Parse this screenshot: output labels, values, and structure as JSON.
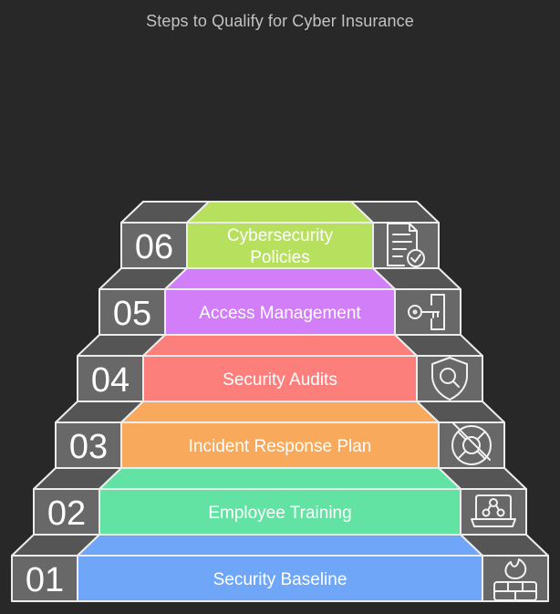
{
  "title": "Steps to Qualify for Cyber Insurance",
  "steps": [
    {
      "number": "01",
      "label": [
        "Security Baseline"
      ],
      "color": "#6fa6f7",
      "icon": "firewall-icon"
    },
    {
      "number": "02",
      "label": [
        "Employee Training"
      ],
      "color": "#62e3a4",
      "icon": "training-laptop-icon"
    },
    {
      "number": "03",
      "label": [
        "Incident Response Plan"
      ],
      "color": "#f8a95c",
      "icon": "lifebuoy-icon"
    },
    {
      "number": "04",
      "label": [
        "Security Audits"
      ],
      "color": "#fc7f7c",
      "icon": "shield-search-icon"
    },
    {
      "number": "05",
      "label": [
        "Access Management"
      ],
      "color": "#d17ef8",
      "icon": "key-door-icon"
    },
    {
      "number": "06",
      "label": [
        "Cybersecurity",
        "Policies"
      ],
      "color": "#b7e05f",
      "icon": "policy-document-icon"
    }
  ],
  "colors": {
    "background": "#282828",
    "block_face": "#686868",
    "block_top": "#555555",
    "block_stroke": "#ececec",
    "text": "#ffffff",
    "title_text": "#c2c2c2"
  }
}
